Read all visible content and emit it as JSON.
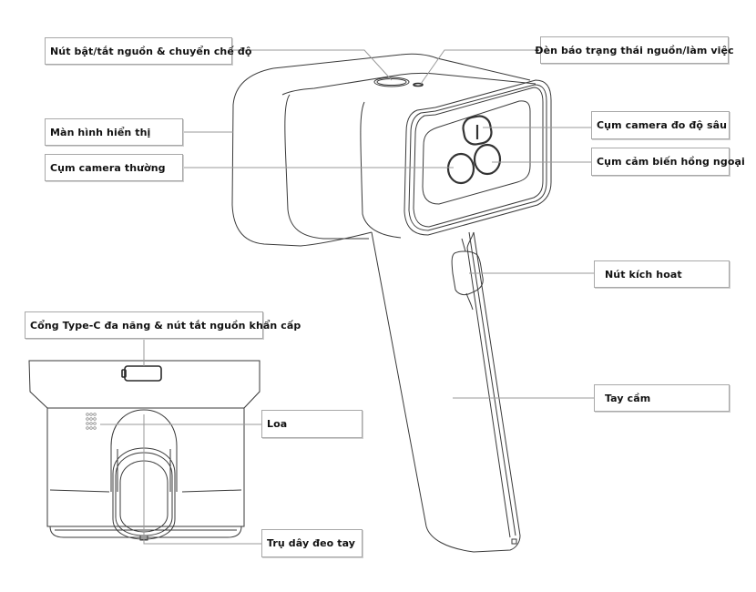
{
  "diagram": {
    "callouts": {
      "power_button": "Nút bật/tắt nguồn & chuyển chế độ",
      "status_led": "Đèn báo trạng thái nguồn/làm việc",
      "display": "Màn hình hiển thị",
      "normal_camera": "Cụm camera thường",
      "depth_camera": "Cụm camera đo độ sâu",
      "ir_sensor": "Cụm cảm biến hồng ngoại",
      "trigger": "Nút kích hoat",
      "usb_c_port": "Cổng Type-C đa năng & nút tắt nguồn khẩn cấp",
      "handle": "Tay cầm",
      "speaker": "Loa",
      "strap_post": "Trụ dây đeo tay"
    },
    "colors": {
      "line": "#3a3a3a",
      "leader": "#9a9a9a",
      "label_border": "#a8a8a8"
    }
  }
}
